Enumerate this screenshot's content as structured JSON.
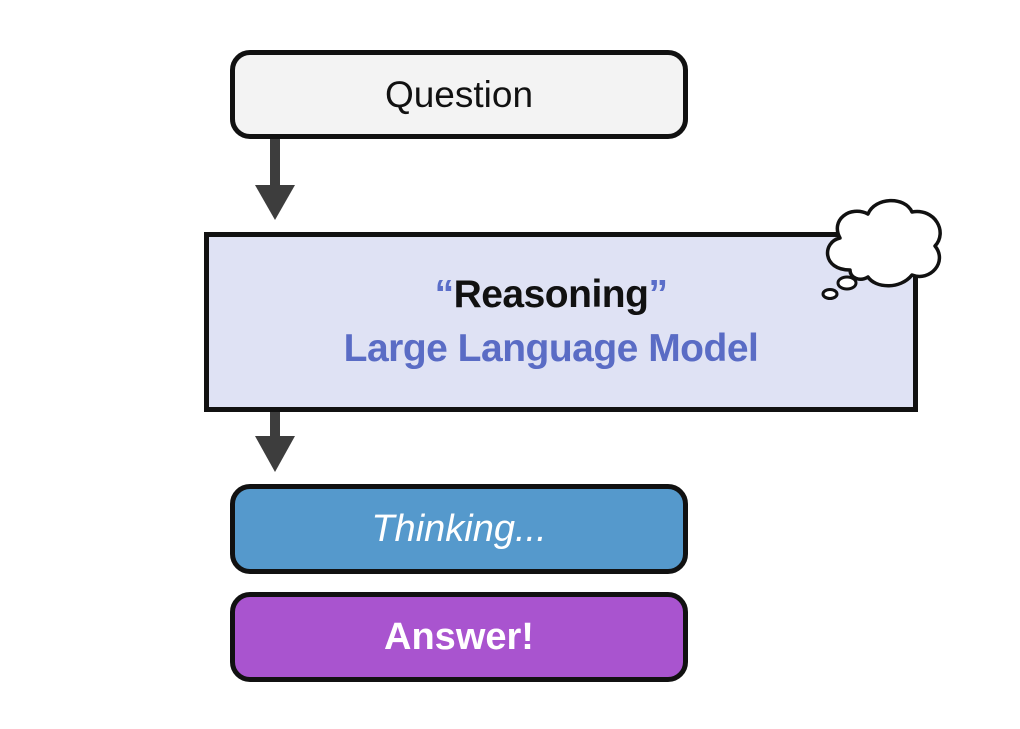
{
  "question": {
    "label": "Question"
  },
  "model": {
    "quote_open": "“",
    "title": "Reasoning",
    "quote_close": "”",
    "subtitle": "Large Language Model"
  },
  "thinking": {
    "label": "Thinking..."
  },
  "answer": {
    "label": "Answer!"
  },
  "colors": {
    "question_fill": "#f3f3f3",
    "model_fill": "#dfe2f4",
    "model_text_accent": "#5a6cc5",
    "thinking_fill": "#5599cc",
    "answer_fill": "#a954cf",
    "arrow": "#3d3d3d"
  },
  "icons": [
    "thought-bubble-icon"
  ]
}
